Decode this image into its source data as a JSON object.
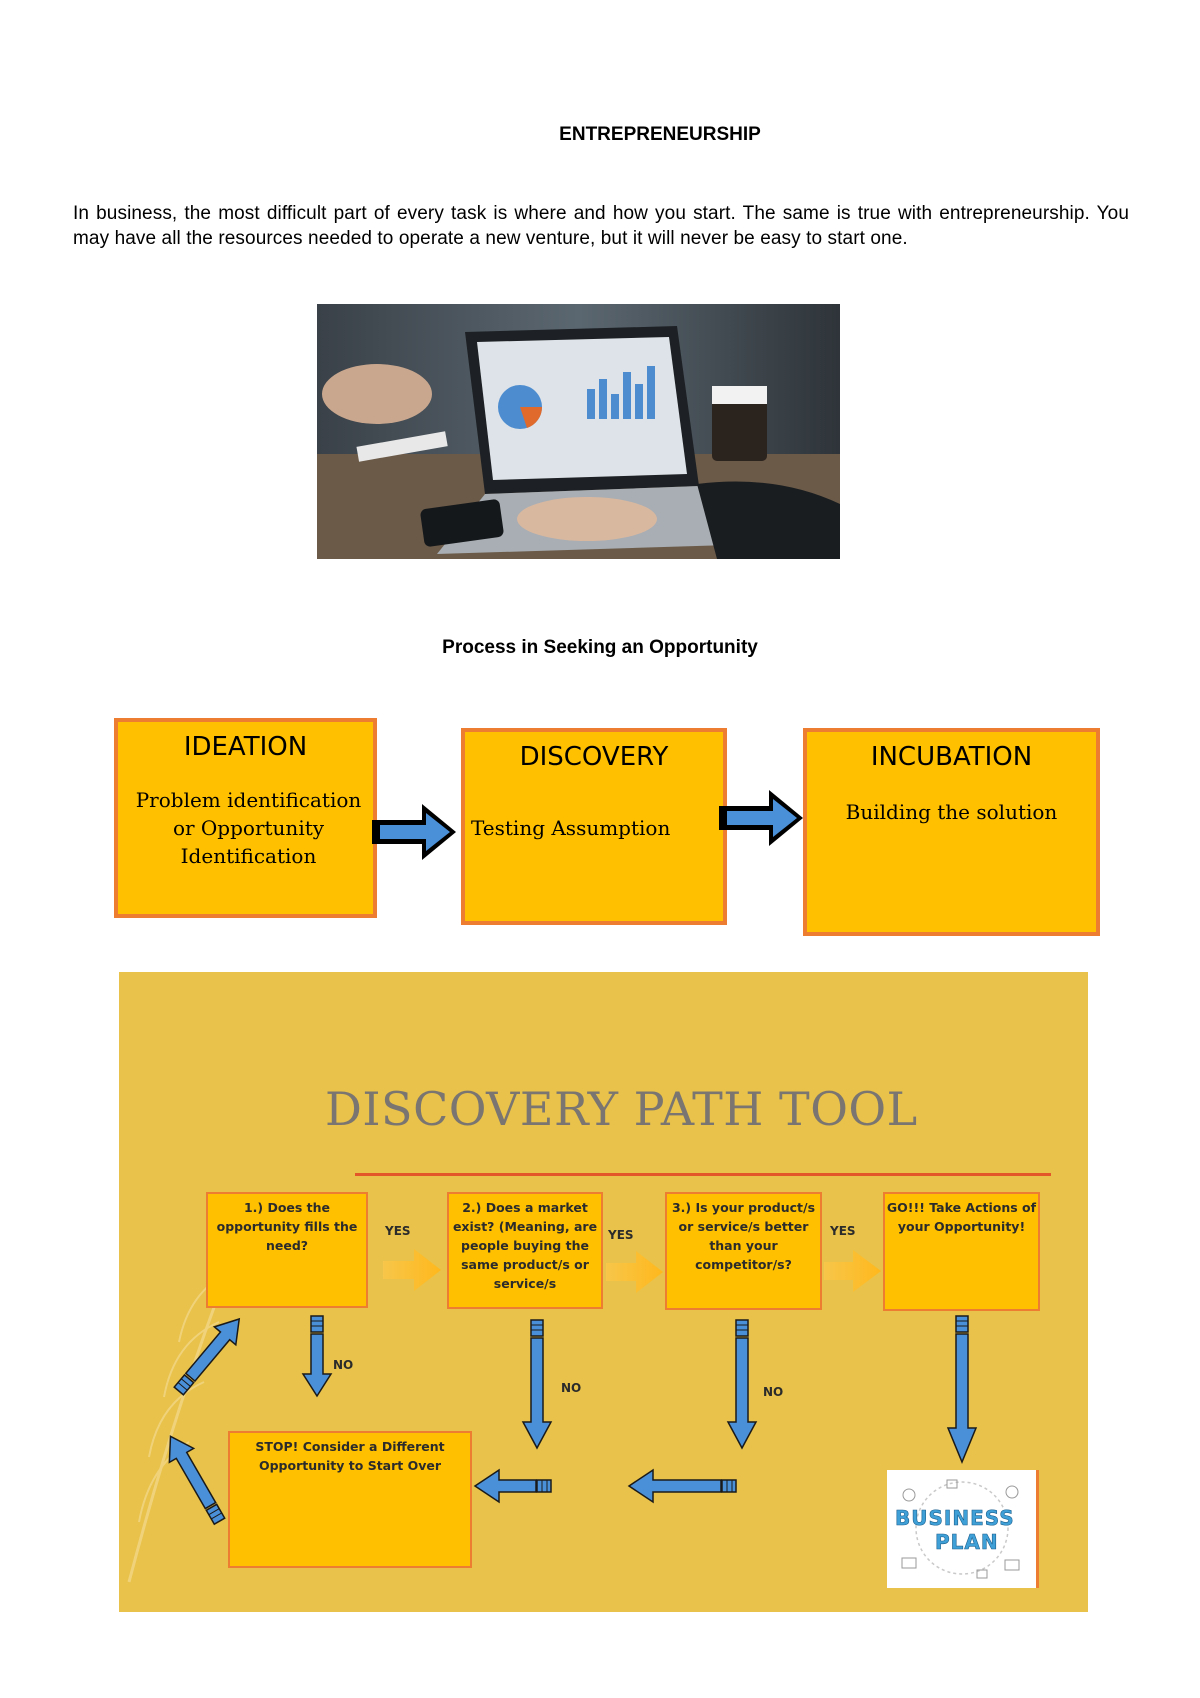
{
  "document": {
    "title": "ENTREPRENEURSHIP",
    "intro": "In business, the most difficult part of every task is where and how you start. The same is true with entrepreneurship. You may have all the resources needed to operate a new venture, but it will never be easy to start one.",
    "section_title": "Process in Seeking an Opportunity"
  },
  "process": [
    {
      "title": "IDEATION",
      "description": "Problem identification or Opportunity Identification"
    },
    {
      "title": "DISCOVERY",
      "description": "Testing Assumption"
    },
    {
      "title": "INCUBATION",
      "description": "Building the solution"
    }
  ],
  "discovery_tool": {
    "title": "DISCOVERY PATH TOOL",
    "steps": [
      "1.) Does the opportunity fills the need?",
      "2.) Does a market exist? (Meaning, are people buying the same product/s or service/s",
      "3.) Is your product/s or service/s better than your competitor/s?",
      "GO!!!  Take Actions of your Opportunity!"
    ],
    "stop_box": "STOP! Consider a Different Opportunity to Start Over",
    "yes_label": "YES",
    "no_label": "NO",
    "business_plan": {
      "line1": "BUSINESS",
      "line2": "PLAN"
    }
  },
  "colors": {
    "box_fill": "#FFC000",
    "box_border": "#ED7D31",
    "panel_bg": "#E8C24A",
    "arrow_blue": "#4A90D9"
  }
}
